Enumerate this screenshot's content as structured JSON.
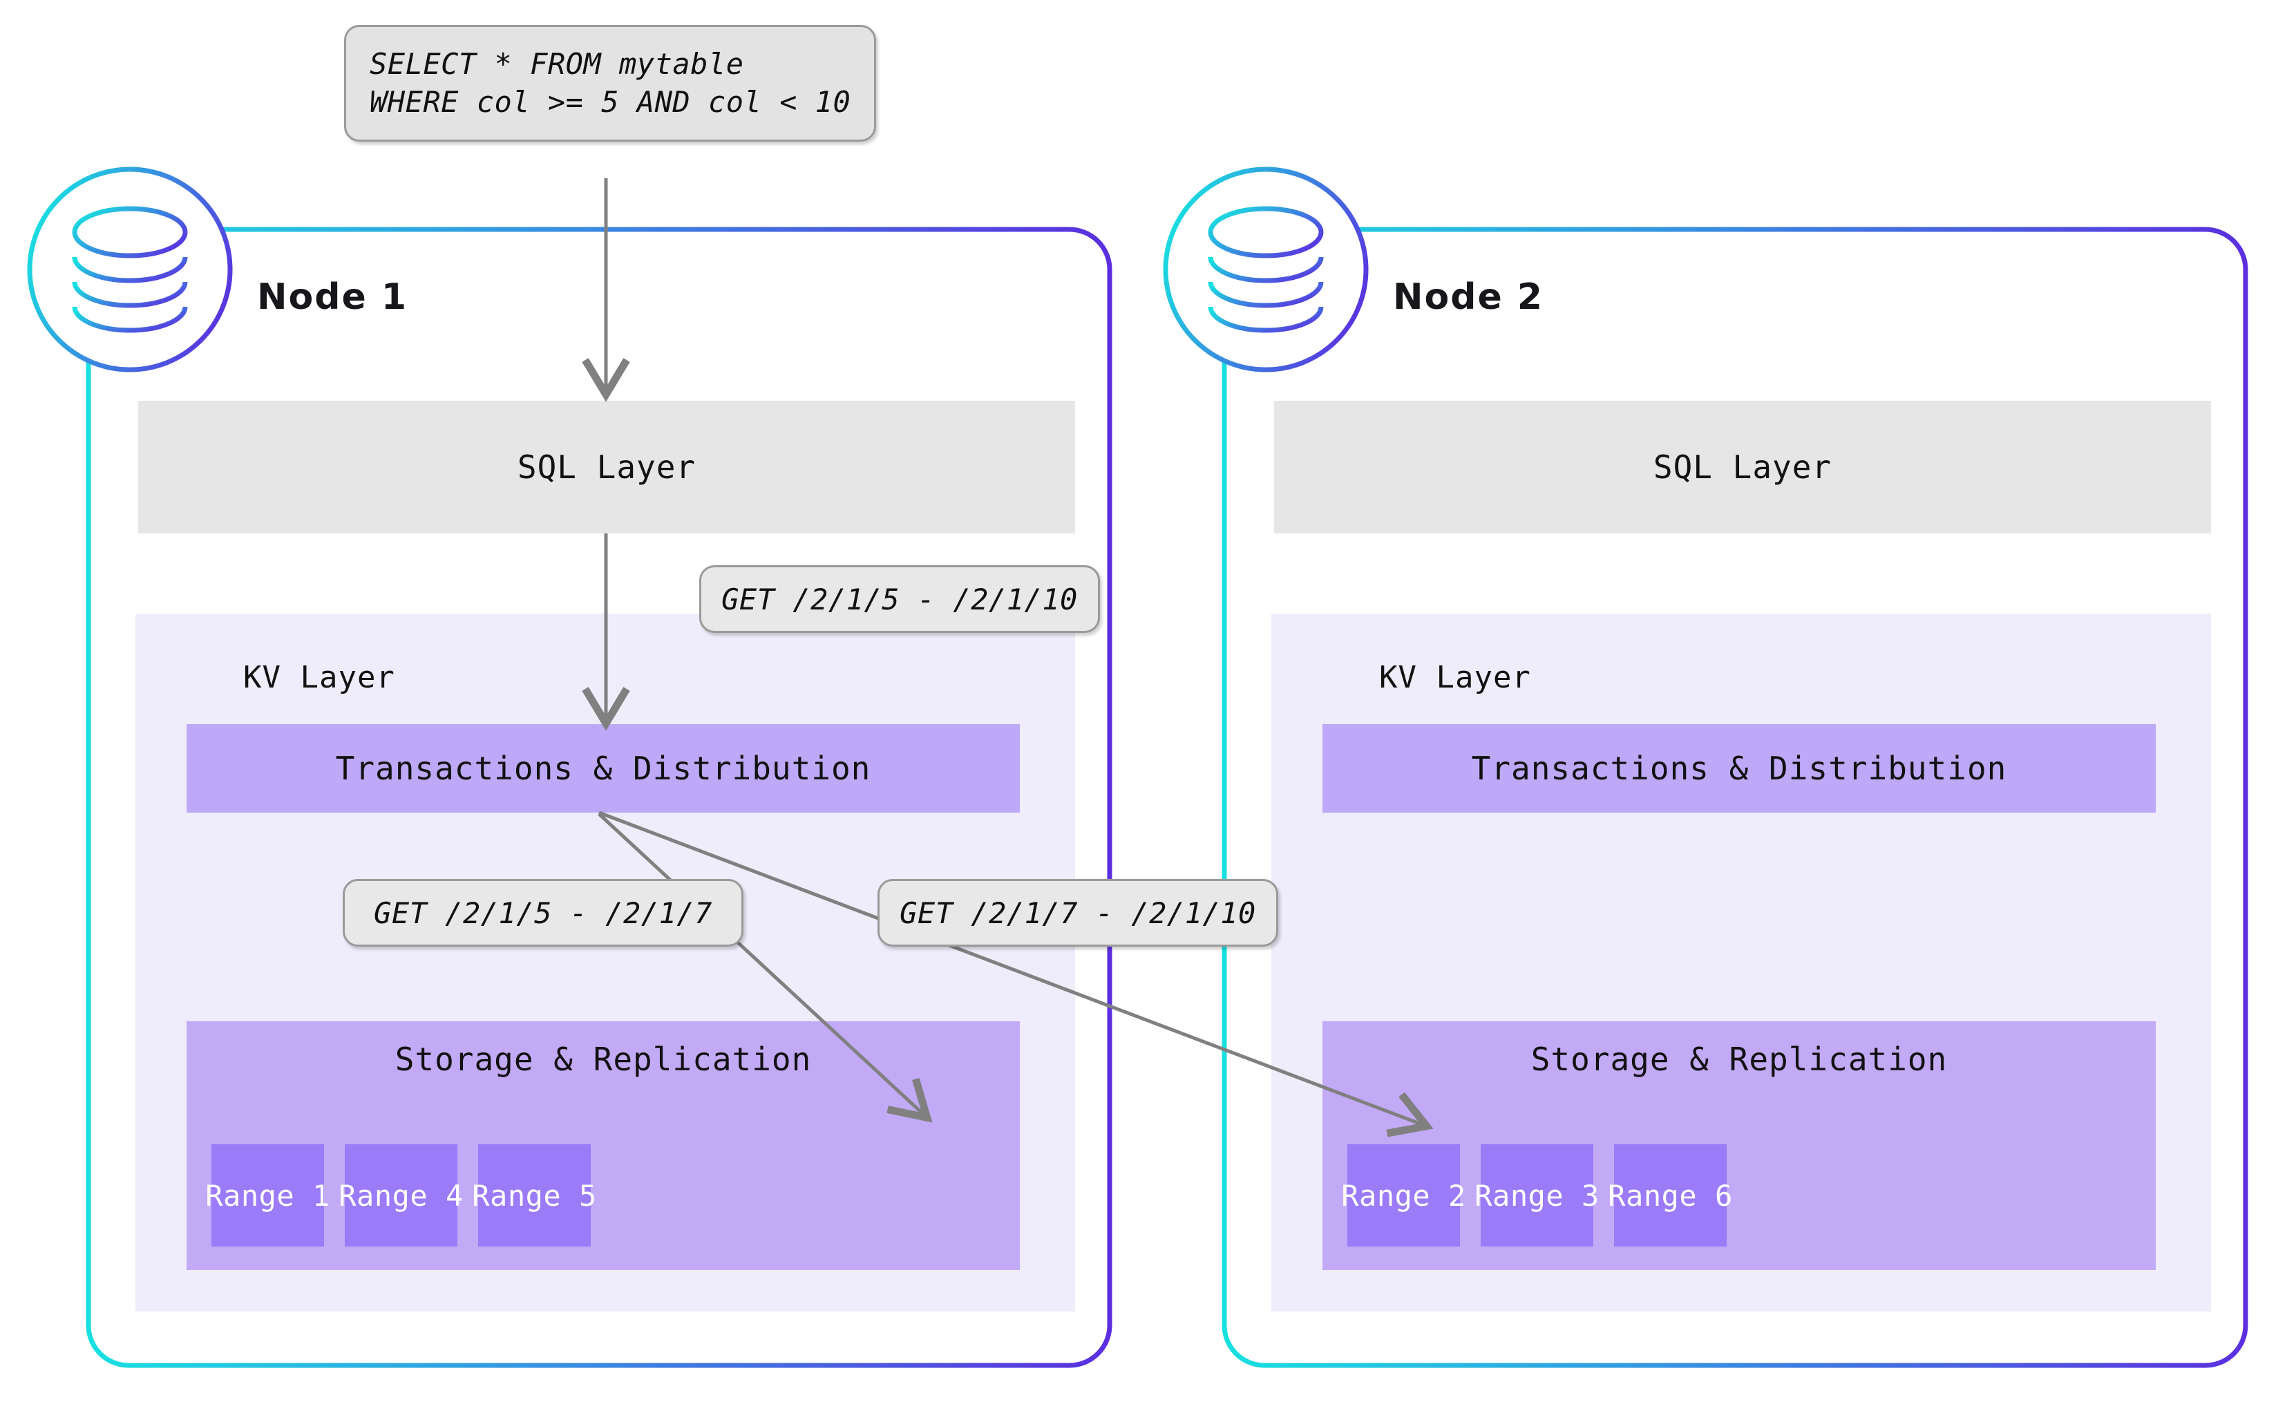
{
  "query_box": {
    "line1": "SELECT * FROM mytable",
    "line2": "WHERE col >= 5 AND col < 10"
  },
  "colors": {
    "gradient_start": "#18e0e0",
    "gradient_end": "#5b2fe0",
    "sql_layer_bg": "#e6e6e6",
    "kv_layer_bg": "#efecfb",
    "txn_bar_bg": "#bda9f7",
    "storage_bg": "#c3aaf7",
    "range_bg": "#9b7bf7",
    "arrow": "#808080",
    "bubble_bg": "#e8e8e8",
    "bubble_border": "#9a9a9a"
  },
  "nodes": [
    {
      "title": "Node 1",
      "sql_layer_label": "SQL Layer",
      "kv_layer_label": "KV Layer",
      "txn_label": "Transactions & Distribution",
      "storage_label": "Storage & Replication",
      "ranges": [
        "Range 1",
        "Range 4",
        "Range 5"
      ]
    },
    {
      "title": "Node 2",
      "sql_layer_label": "SQL Layer",
      "kv_layer_label": "KV Layer",
      "txn_label": "Transactions & Distribution",
      "storage_label": "Storage & Replication",
      "ranges": [
        "Range 2",
        "Range 3",
        "Range 6"
      ]
    }
  ],
  "callouts": {
    "kv_request": "GET /2/1/5 - /2/1/10",
    "range_local": "GET /2/1/5 - /2/1/7",
    "range_remote": "GET /2/1/7 - /2/1/10"
  }
}
